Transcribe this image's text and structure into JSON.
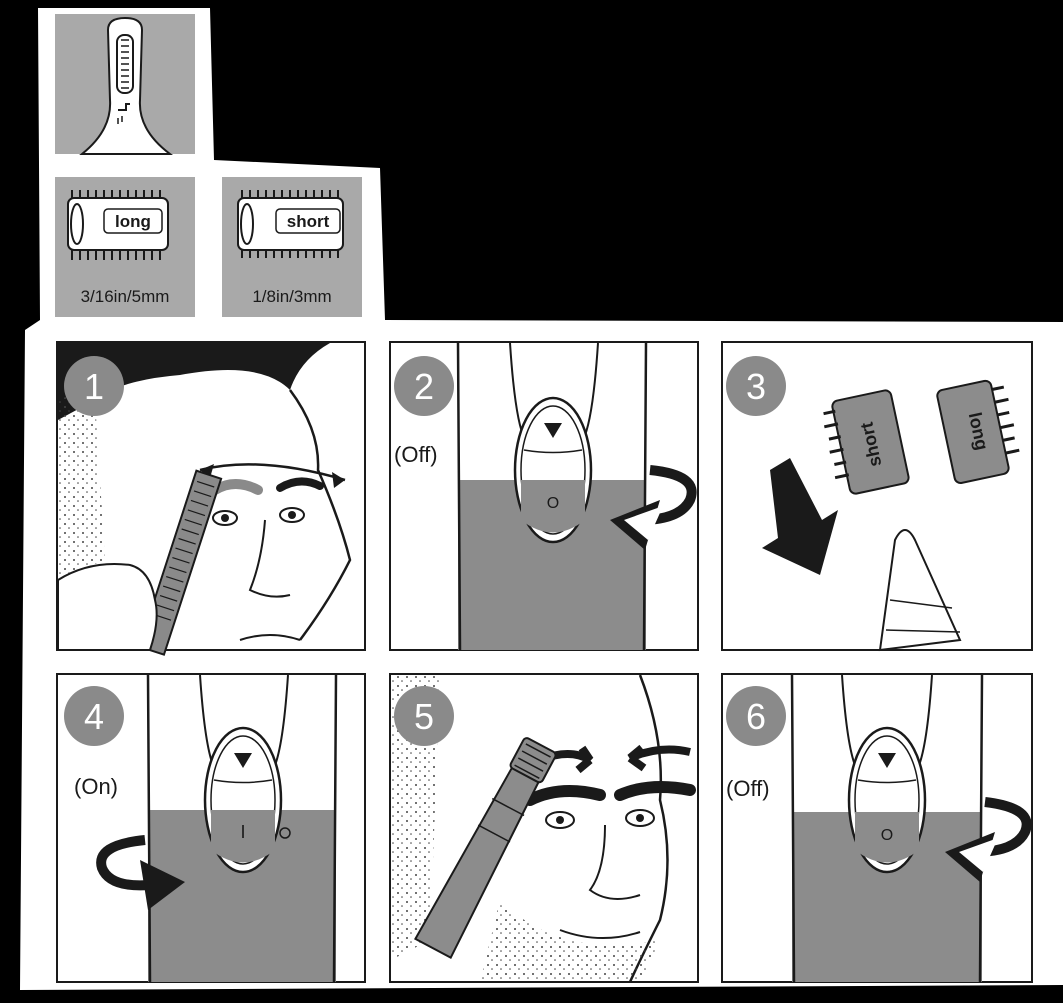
{
  "attachments": {
    "long_comb": {
      "label": "long",
      "size": "3/16in/5mm"
    },
    "short_comb": {
      "label": "short",
      "size": "1/8in/3mm"
    }
  },
  "steps": [
    {
      "number": "1",
      "caption": ""
    },
    {
      "number": "2",
      "caption": "(Off)"
    },
    {
      "number": "3",
      "caption": "",
      "comb_labels": [
        "short",
        "long"
      ]
    },
    {
      "number": "4",
      "caption": "(On)"
    },
    {
      "number": "5",
      "caption": ""
    },
    {
      "number": "6",
      "caption": "(Off)"
    }
  ],
  "switch": {
    "off_symbol": "O",
    "on_symbol": "I"
  },
  "colors": {
    "background": "#000000",
    "panel": "#ffffff",
    "shade": "#8c8c8c",
    "tile": "#a9a9a9",
    "ink": "#1a1a1a",
    "badge": "#8a8a8a"
  }
}
